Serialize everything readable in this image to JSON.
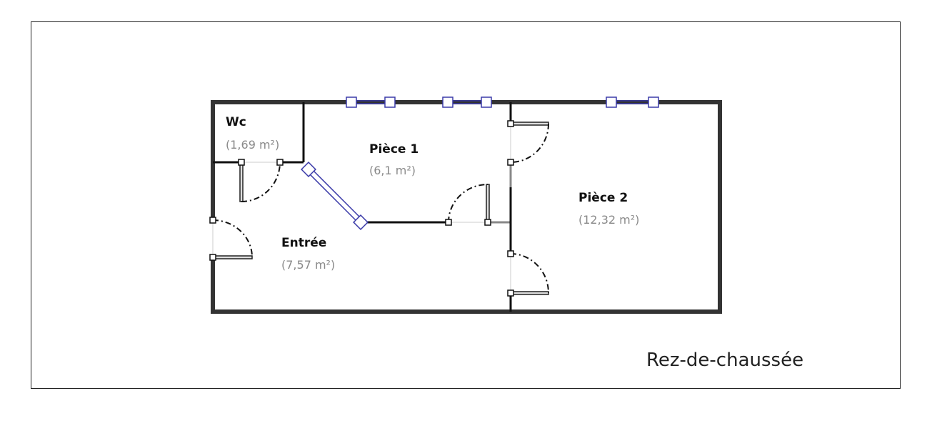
{
  "plan": {
    "caption": "Rez-de-chaussée",
    "rooms": [
      {
        "name": "Wc",
        "area": "(1,69 m²)"
      },
      {
        "name": "Pièce 1",
        "area": "(6,1 m²)"
      },
      {
        "name": "Pièce 2",
        "area": "(12,32 m²)"
      },
      {
        "name": "Entrée",
        "area": "(7,57 m²)"
      }
    ]
  }
}
